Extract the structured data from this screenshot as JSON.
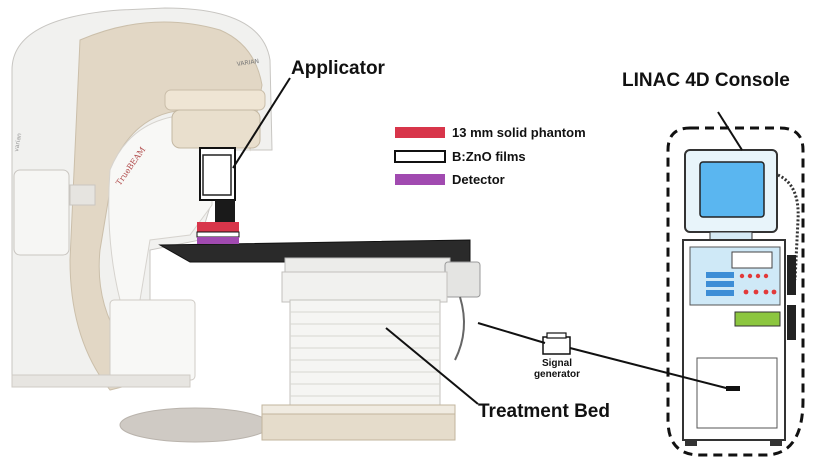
{
  "labels": {
    "applicator": "Applicator",
    "console": "LINAC 4D Console",
    "signal_generator_line1": "Signal",
    "signal_generator_line2": "generator",
    "treatment_bed": "Treatment Bed",
    "machine_brand": "VARIAN",
    "machine_model": "TrueBEAM",
    "side_mark": "varian"
  },
  "legend": [
    {
      "label": "13 mm solid phantom",
      "color": "#d8354a",
      "style": "filled"
    },
    {
      "label": "B:ZnO films",
      "color": "#111111",
      "style": "outline"
    },
    {
      "label": "Detector",
      "color": "#a14ab0",
      "style": "filled"
    }
  ],
  "colors": {
    "phantom": "#d8354a",
    "detector": "#a14ab0",
    "console_screen": "#5ab6f0",
    "console_panel": "#cfe9f7",
    "console_green": "#8cc63f",
    "button_red": "#e23a3a"
  }
}
